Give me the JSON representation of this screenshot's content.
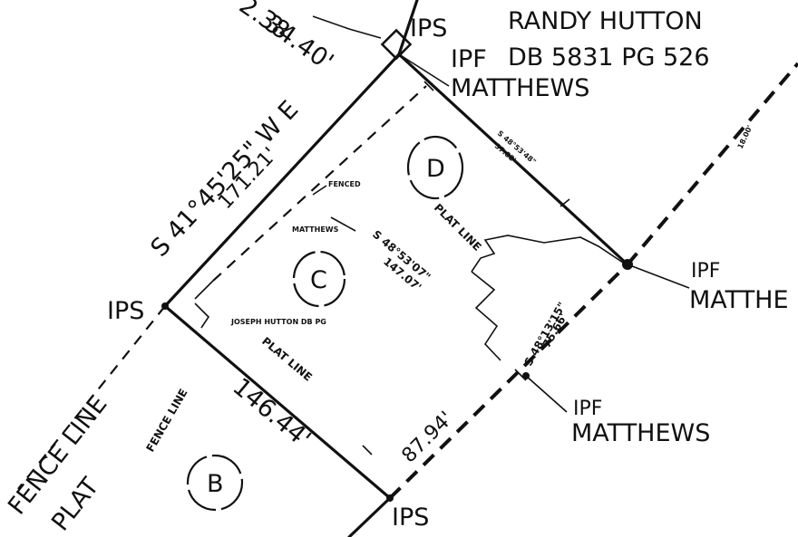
{
  "owner": {
    "name": "RANDY HUTTON",
    "deed": "DB 5831 PG 526"
  },
  "markers": {
    "ips_top": "IPS",
    "ips_left": "IPS",
    "ips_bottom": "IPS",
    "ipf_top": "IPF",
    "ipf_top_name": "MATTHEWS",
    "ipf_right": "IPF",
    "ipf_right_name": "MATTHE",
    "ipf_lower": "IPF",
    "ipf_lower_name": "MATTHEWS"
  },
  "bearings": {
    "left_bearing": "S 41°45'25\" W E",
    "left_distance": "171.21'",
    "top_fragment_1": "2.38",
    "top_fragment_2": "34.40'",
    "interior_bearing": "S 48°53'07\"",
    "interior_distance": "147.07'",
    "bottom_distance": "146.44'",
    "south_distance": "87.94'",
    "right_bearing": "S 48°13'15\"",
    "right_distance": "75.66'",
    "top_right_distance": "57.82'",
    "top_right_bearing": "S 48°53'48\"",
    "far_right_dim": "18.00'"
  },
  "lots": {
    "d": "D",
    "c": "C",
    "b": "B"
  },
  "lines": {
    "fence_line_left": "FENCE LINE",
    "plat_left": "PLAT",
    "fence_line_lower": "FENCE LINE",
    "plat_line_lower": "PLAT LINE",
    "plat_line_center": "PLAT LINE"
  },
  "small_labels": {
    "fenced": "FENCED",
    "matthews_small": "MATTHEWS",
    "joseph": "JOSEPH HUTTON DB PG"
  },
  "colors": {
    "ink": "#111111",
    "paper": "#ffffff"
  }
}
